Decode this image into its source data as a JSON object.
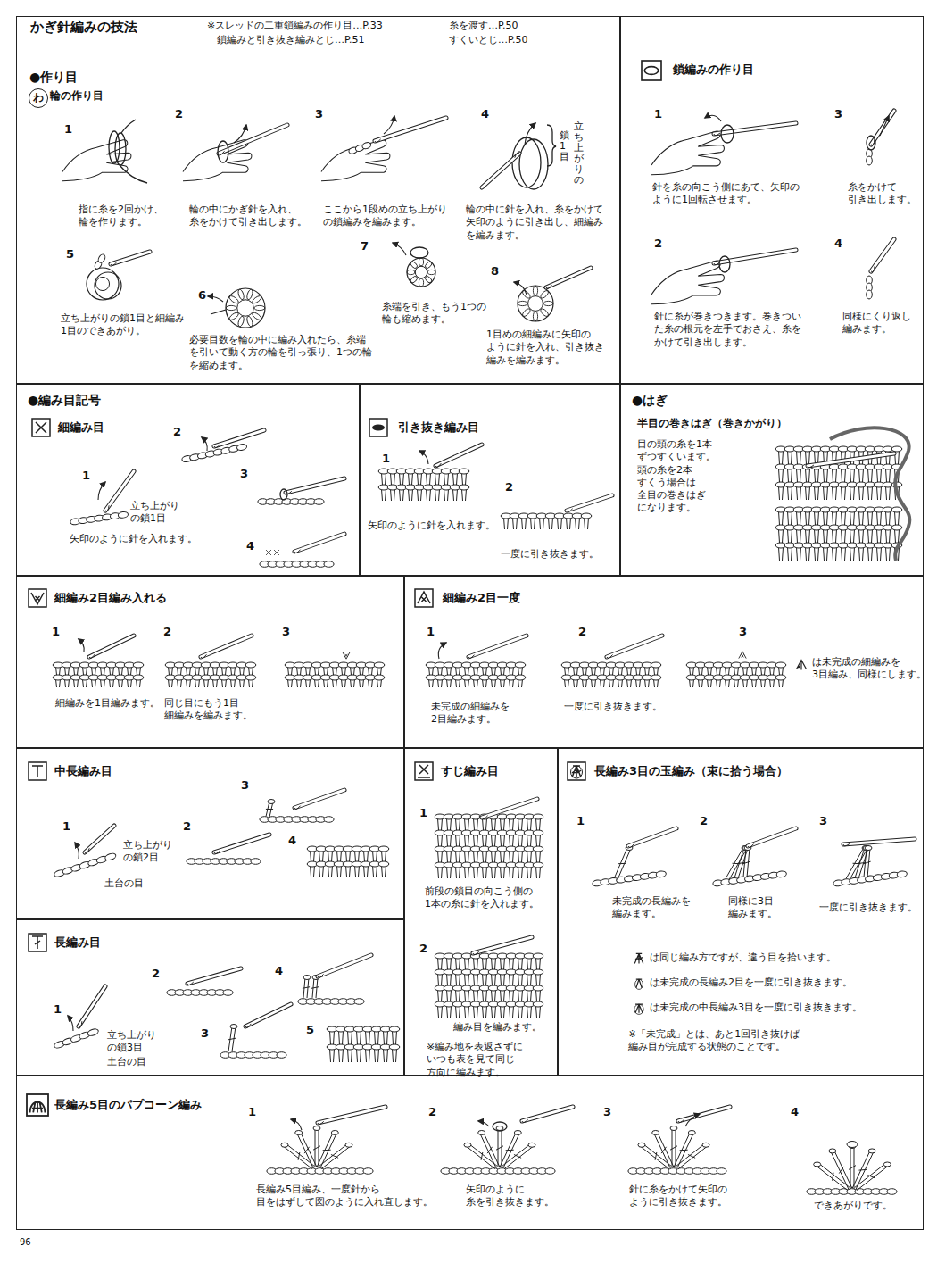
{
  "diagram": {
    "title": "かぎ針編みの技法",
    "nodes": [
      {
        "text": [
          "●作り目"
        ]
      },
      {
        "text": [
          "わ"
        ],
        "in": 0
      },
      {
        "text": [
          "鎖編みの作り目"
        ]
      },
      {
        "text": [
          "●編み目記号",
          "細編み目"
        ]
      },
      {
        "text": [
          "引き抜き編み目"
        ]
      },
      {
        "text": [
          "●はぎ",
          "半目の巻きはぎ（巻きかがり）",
          "目の頭の糸を1本 ずつすくいます。 頭の糸を2本 すくう場合は 全目の巻きはぎ になります。"
        ]
      },
      {
        "text": [
          "細編み2目編み入れる"
        ]
      },
      {
        "text": [
          "細編み2目一度"
        ]
      },
      {
        "text": [
          "中長編み目"
        ]
      },
      {
        "text": [
          "長編み目"
        ]
      },
      {
        "text": [
          "すじ編み目"
        ]
      },
      {
        "text": [
          "長編み3目の玉編み（束に拾う場合）"
        ]
      },
      {
        "text": [
          "長編み5目のパプコーン編み"
        ]
      }
    ],
    "labels": [
      "※スレッドの二重鎖編みの作り目…P.33",
      "鎖編みと引き抜き編みとじ…P.51",
      "糸を渡す…P.50",
      "すくいとじ…P.50",
      "輪の作り目",
      "1",
      "指に糸を2回かけ、 輪を作ります。",
      "2",
      "輪の中にかぎ針を入れ、 糸をかけて引き出します。",
      "3",
      "ここから1段めの立ち上がり の鎖編みを編みます。",
      "4",
      "輪の中に針を入れ、糸をかけて 矢印のように引き出し、細編み を編みます。",
      "立ち上がりの",
      "鎖1目",
      "5",
      "立ち上がりの鎖1目と細編み 1目のできあがり。",
      "6",
      "必要目数を輪の中に編み入れたら、糸端 を引いて動く方の輪を引っ張り、1つの輪 を縮めます。",
      "7",
      "糸端を引き、もう1つの 輪も縮めます。",
      "8",
      "1目めの細編みに矢印の ように針を入れ、引き抜き 編みを編みます。",
      "1",
      "針を糸の向こう側にあて、矢印の ように1回転させます。",
      "3",
      "糸をかけて 引き出します。",
      "2",
      "針に糸が巻きつきます。巻きつい た糸の根元を左手でおさえ、糸を かけて引き出します。",
      "4",
      "同様にくり返し 編みます。",
      "1",
      "2",
      "3",
      "4",
      "立ち上がり の鎖1目",
      "矢印のように針を入れます。",
      "1",
      "2",
      "矢印のように針を入れます。",
      "一度に引き抜きます。",
      "1",
      "2",
      "3",
      "細編みを1目編みます。",
      "同じ目にもう1目 細編みを編みます。",
      "1",
      "2",
      "3",
      "未完成の細編みを 2目編みます。",
      "一度に引き抜きます。",
      "は未完成の細編みを 3目編み、同様にします。",
      "1",
      "2",
      "3",
      "4",
      "立ち上がり の鎖2目",
      "土台の目",
      "1",
      "2",
      "3",
      "4",
      "5",
      "立ち上がり の鎖3目",
      "土台の目",
      "1",
      "前段の鎖目の向こう側の 1本の糸に針を入れます。",
      "2",
      "編み目を編みます。",
      "※編み地を表返さずに いつも表を見て同じ 方向に編みます。",
      "1",
      "2",
      "3",
      "未完成の長編みを 編みます。",
      "同様に3目 編みます。",
      "一度に引き抜きます。",
      "は同じ編み方ですが、違う目を拾います。",
      "は未完成の長編み2目を一度に引き抜きます。",
      "は未完成の中長編み3目を一度に引き抜きます。",
      "※「未完成」とは、あと1回引き抜けば 編み目が完成する状態のことです。",
      "1",
      "長編み5目編み、一度針から 目をはずして図のように入れ直します。",
      "2",
      "矢印のように 糸を引き抜きます。",
      "3",
      "針に糸をかけて矢印の ように引き抜きます。",
      "4",
      "できあがりです。",
      "96"
    ]
  }
}
